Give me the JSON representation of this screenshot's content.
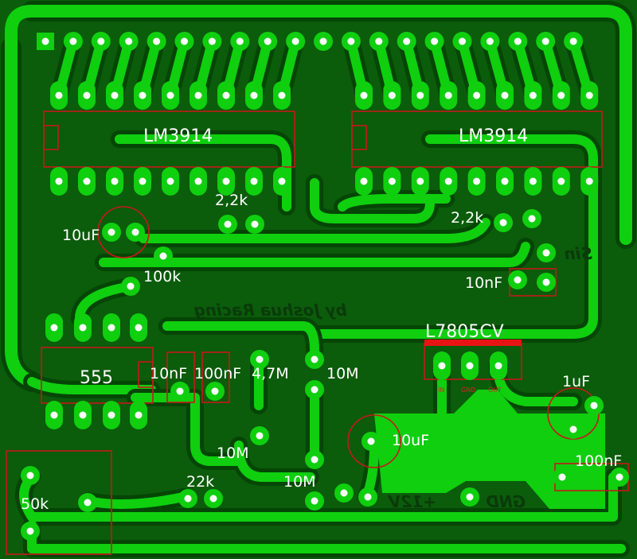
{
  "board": {
    "background": "#0b5c0b",
    "copper": "#0fcf0f",
    "outline_color": "#c41a1a"
  },
  "ic_labels": {
    "u1": "LM3914",
    "u2": "LM3914",
    "u3": "555",
    "reg": "L7805CV"
  },
  "component_labels": {
    "r22k_a": "2,2k",
    "r22k_b": "2,2k",
    "c10uf_a": "10uF",
    "r100k": "100k",
    "c10nf_a": "10nF",
    "c10nf_b": "10nF",
    "c100nf_a": "100nF",
    "r47m": "4,7M",
    "r10m_a": "10M",
    "r10m_b": "10M",
    "r10m_c": "10M",
    "c10uf_b": "10uF",
    "c1uf": "1uF",
    "c100nf_b": "100nF",
    "r22k": "22k",
    "pot50k": "50k"
  },
  "silk_text": {
    "credit": "by Joshua Racing",
    "sin": "Sin",
    "v12": "+12V",
    "gnd": "GND",
    "reg_in": "IN",
    "reg_gnd": "GND",
    "reg_out": "OUT"
  }
}
